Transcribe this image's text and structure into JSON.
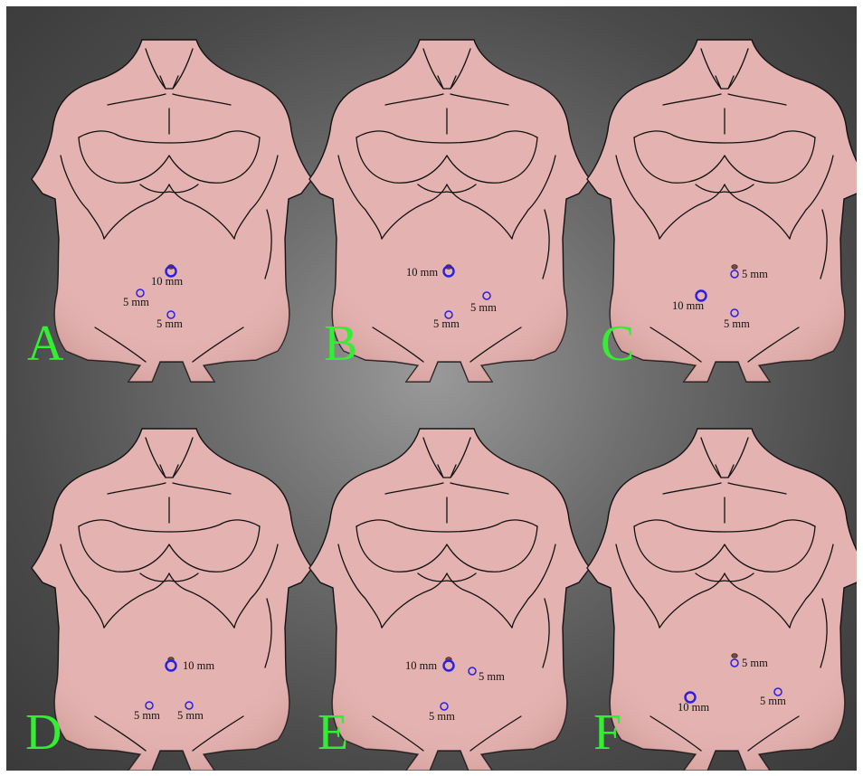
{
  "colors": {
    "skin": "#e4b3b1",
    "skin_shade": "#c48c8a",
    "outline": "#111111",
    "port": "#2a1fe0",
    "umbilicus": "#7a4a42",
    "letter": "#33ee33"
  },
  "panels": [
    {
      "letter": "A",
      "ports": [
        {
          "size": "10 mm",
          "label": "10 mm"
        },
        {
          "size": "5 mm",
          "label": "5 mm"
        },
        {
          "size": "5 mm",
          "label": "5 mm"
        }
      ]
    },
    {
      "letter": "B",
      "ports": [
        {
          "size": "10 mm",
          "label": "10 mm"
        },
        {
          "size": "5 mm",
          "label": "5 mm"
        },
        {
          "size": "5 mm",
          "label": "5 mm"
        }
      ]
    },
    {
      "letter": "C",
      "ports": [
        {
          "size": "5 mm",
          "label": "5 mm"
        },
        {
          "size": "10 mm",
          "label": "10 mm"
        },
        {
          "size": "5 mm",
          "label": "5 mm"
        }
      ]
    },
    {
      "letter": "D",
      "ports": [
        {
          "size": "10 mm",
          "label": "10 mm"
        },
        {
          "size": "5 mm",
          "label": "5 mm"
        },
        {
          "size": "5 mm",
          "label": "5 mm"
        }
      ]
    },
    {
      "letter": "E",
      "ports": [
        {
          "size": "10 mm",
          "label": "10 mm"
        },
        {
          "size": "5 mm",
          "label": "5 mm"
        },
        {
          "size": "5 mm",
          "label": "5 mm"
        }
      ]
    },
    {
      "letter": "F",
      "ports": [
        {
          "size": "5 mm",
          "label": "5 mm"
        },
        {
          "size": "10 mm",
          "label": "10 mm"
        },
        {
          "size": "5 mm",
          "label": "5 mm"
        }
      ]
    }
  ]
}
